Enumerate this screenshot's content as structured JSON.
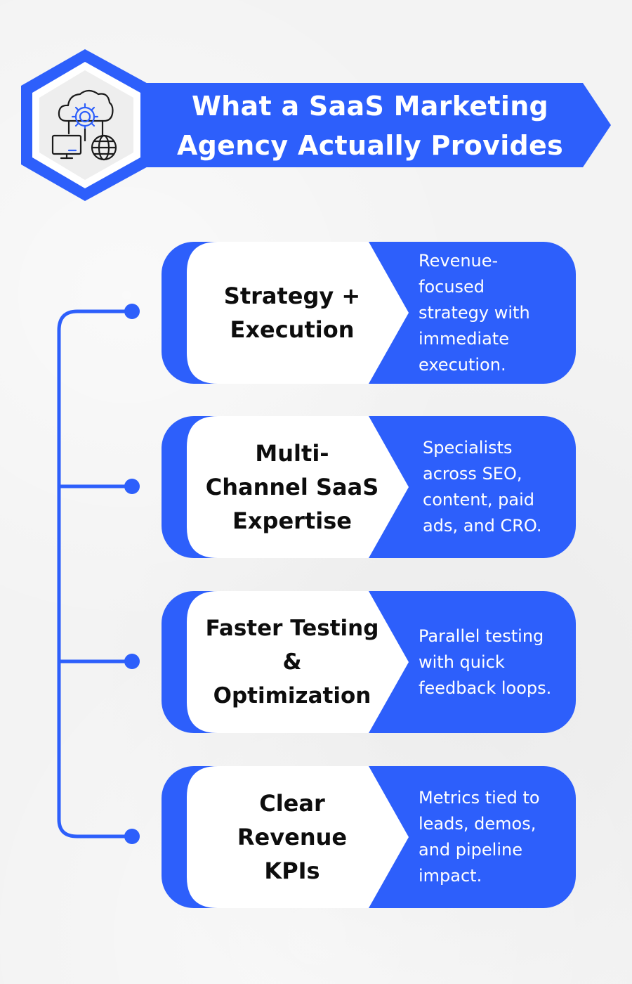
{
  "header": {
    "title_line1": "What a SaaS Marketing",
    "title_line2": "Agency Actually Provides",
    "icon": "cloud-settings-network-icon"
  },
  "colors": {
    "accent": "#2d5ffb",
    "card_fill": "#ffffff",
    "heading_text": "#0d0d0d",
    "background": "#f3f3f3"
  },
  "items": [
    {
      "heading": "Strategy +\nExecution",
      "description": "Revenue-\nfocused\nstrategy with\nimmediate\nexecution."
    },
    {
      "heading": "Multi-\nChannel SaaS\nExpertise",
      "description": "Specialists\nacross SEO,\ncontent, paid\nads, and CRO."
    },
    {
      "heading": "Faster Testing\n&\nOptimization",
      "description": "Parallel testing\nwith quick\nfeedback loops."
    },
    {
      "heading": "Clear\nRevenue\nKPIs",
      "description": "Metrics tied to\nleads, demos,\nand pipeline\nimpact."
    }
  ]
}
